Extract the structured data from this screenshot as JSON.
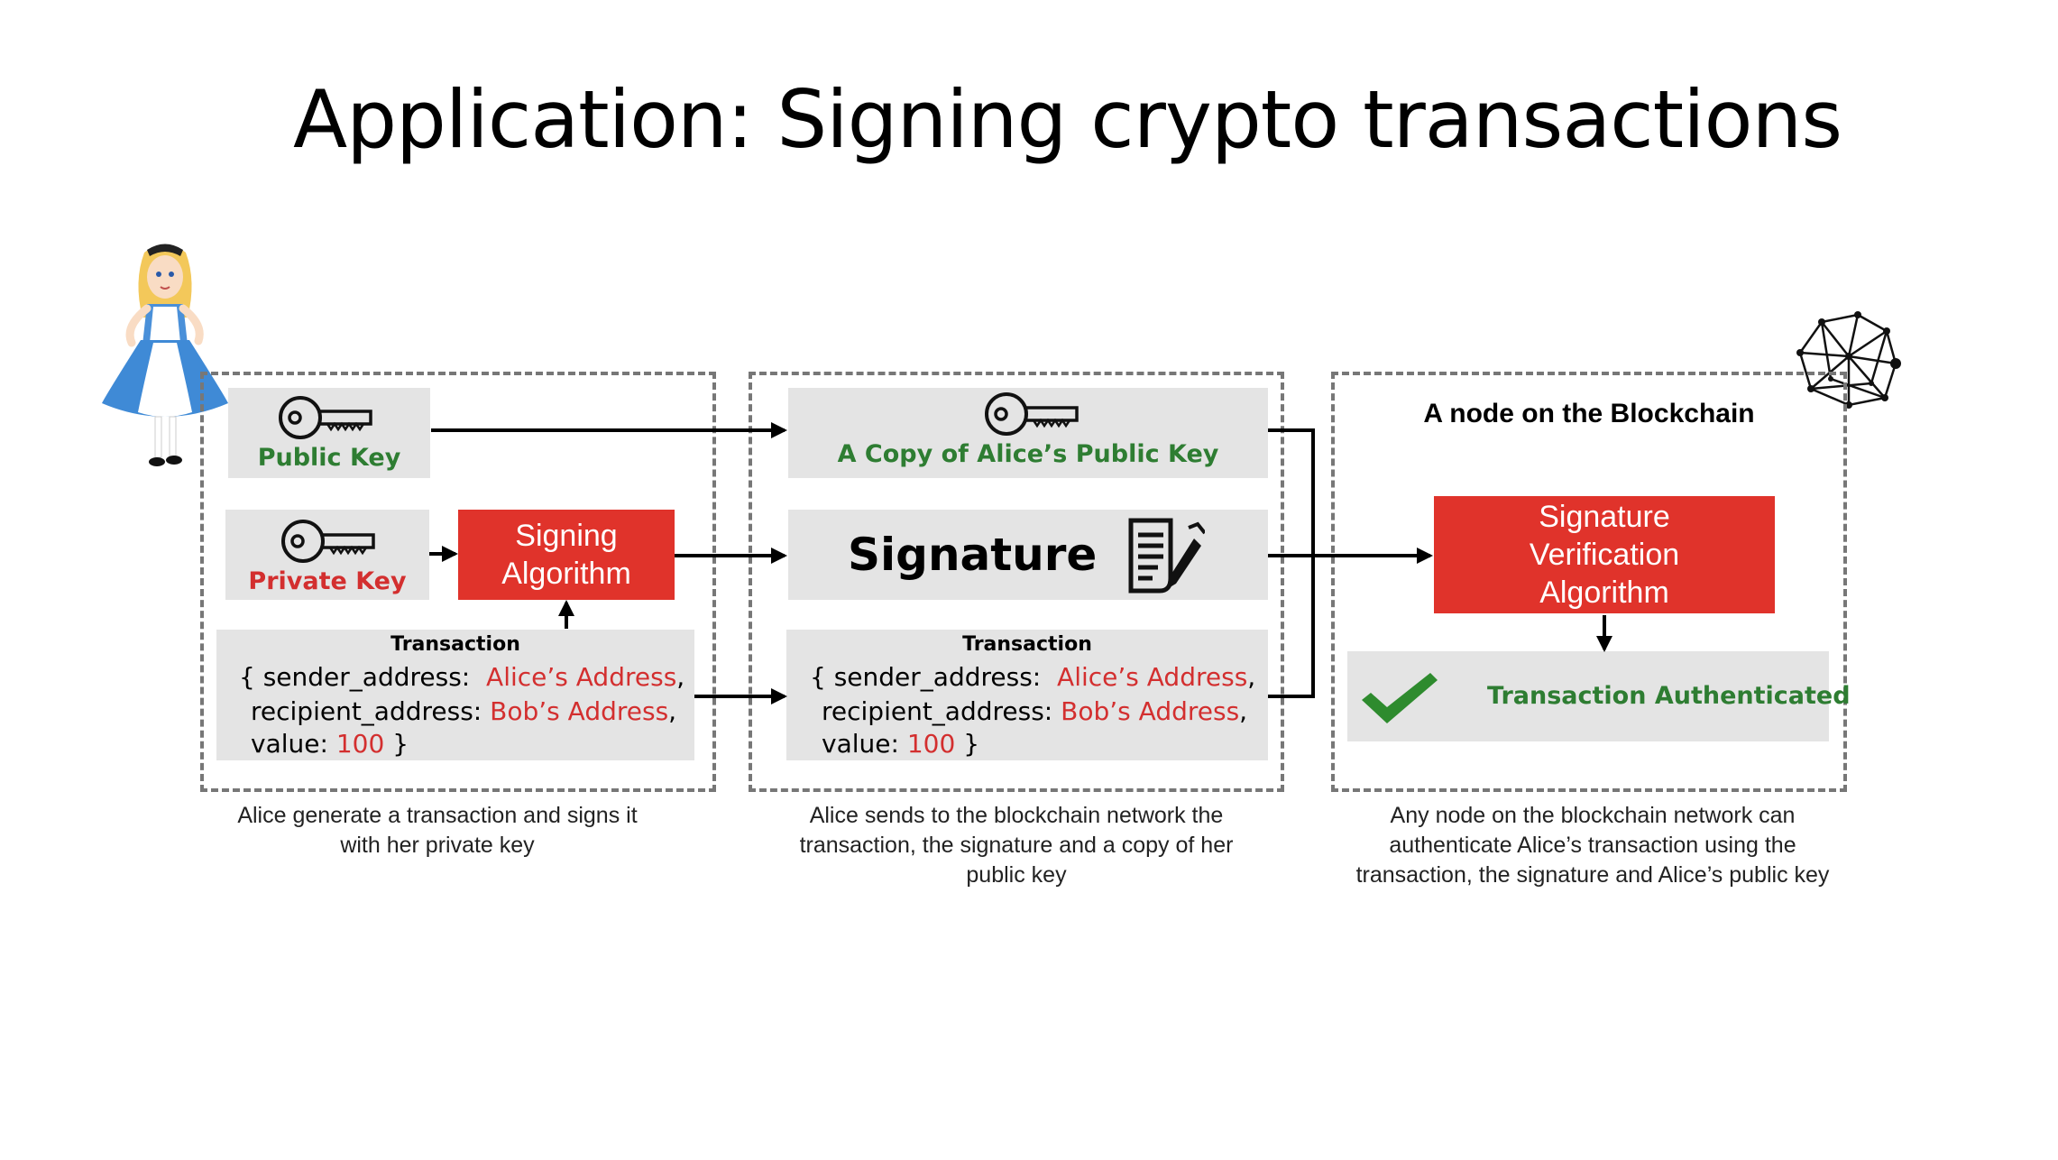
{
  "title": "Application: Signing crypto transactions",
  "panel1": {
    "public_key_label": "Public Key",
    "private_key_label": "Private Key",
    "signing_algorithm_label": "Signing Algorithm",
    "transaction": {
      "title": "Transaction",
      "sender_key": "{ sender_address:",
      "sender_value": "Alice’s Address",
      "recipient_key": "recipient_address:",
      "recipient_value": "Bob’s Address",
      "value_key": "value:",
      "value_value": "100",
      "close": "}"
    },
    "caption_line1": "Alice generate a transaction and signs it",
    "caption_line2": "with her private key"
  },
  "panel2": {
    "public_key_copy_label": "A Copy of Alice’s Public Key",
    "signature_label": "Signature",
    "transaction": {
      "title": "Transaction",
      "sender_key": "{ sender_address:",
      "sender_value": "Alice’s Address",
      "recipient_key": "recipient_address:",
      "recipient_value": "Bob’s Address",
      "value_key": "value:",
      "value_value": "100",
      "close": "}"
    },
    "caption_line1": "Alice sends to the blockchain network the",
    "caption_line2": "transaction, the signature and a copy of her",
    "caption_line3": "public key"
  },
  "panel3": {
    "heading": "A node on the Blockchain",
    "verification_label": "Signature Verification Algorithm",
    "result_label": "Transaction Authenticated",
    "caption_line1": "Any node on the blockchain network can",
    "caption_line2": "authenticate Alice’s transaction using the",
    "caption_line3": "transaction, the signature and Alice’s public key"
  },
  "colors": {
    "red": "#e0332b",
    "green": "#2e7d32",
    "gray_box": "#e4e4e4",
    "dashed_border": "#777777"
  },
  "icons": [
    "alice-character-icon",
    "key-icon",
    "document-pen-icon",
    "checkmark-icon",
    "network-graph-icon"
  ]
}
